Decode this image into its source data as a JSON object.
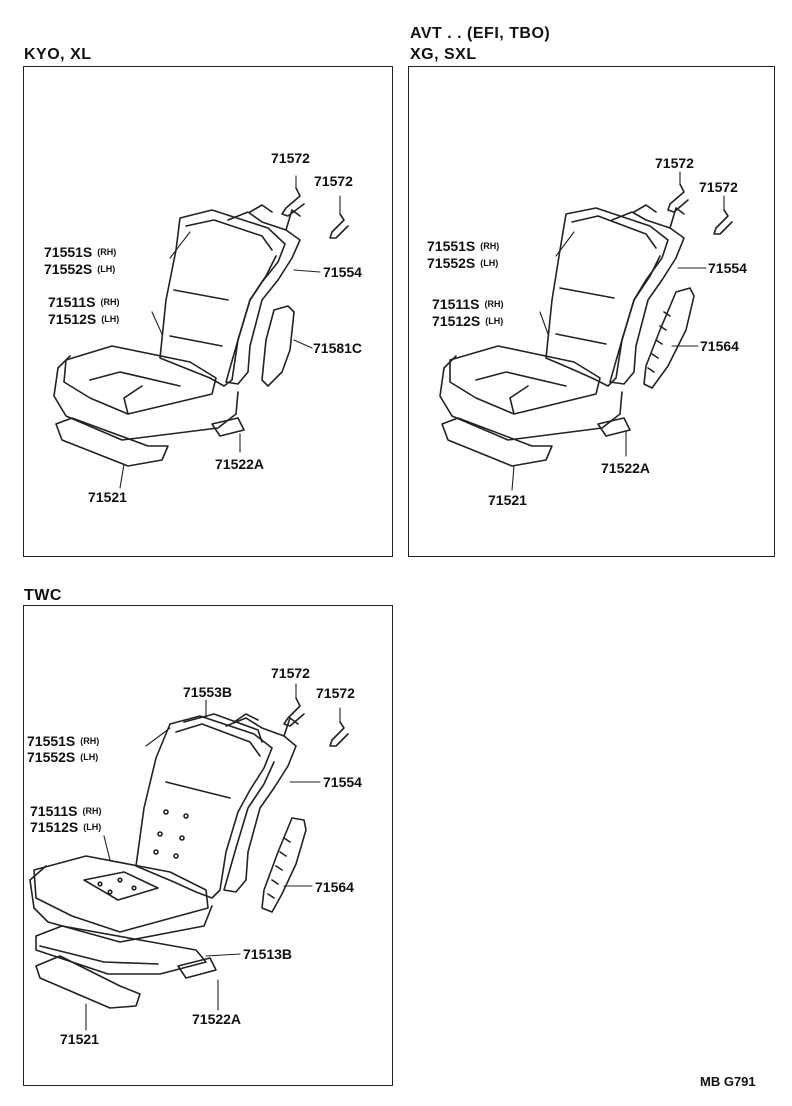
{
  "panels": {
    "p1": {
      "title": "KYO, XL",
      "labels": {
        "clip_a": "71572",
        "clip_b": "71572",
        "back_rh": "71551S",
        "back_rh_side": "(RH)",
        "back_lh": "71552S",
        "back_lh_side": "(LH)",
        "pad_back": "71554",
        "cush_rh": "71511S",
        "cush_rh_side": "(RH)",
        "cush_lh": "71512S",
        "cush_lh_side": "(LH)",
        "side_pad": "71581C",
        "frame": "71522A",
        "base": "71521"
      }
    },
    "p2": {
      "title_line1": "AVT . . (EFI, TBO)",
      "title_line2": "XG, SXL",
      "labels": {
        "clip_a": "71572",
        "clip_b": "71572",
        "back_rh": "71551S",
        "back_rh_side": "(RH)",
        "back_lh": "71552S",
        "back_lh_side": "(LH)",
        "pad_back": "71554",
        "cush_rh": "71511S",
        "cush_rh_side": "(RH)",
        "cush_lh": "71512S",
        "cush_lh_side": "(LH)",
        "lumbar": "71564",
        "frame": "71522A",
        "base": "71521"
      }
    },
    "p3": {
      "title": "TWC",
      "labels": {
        "clip_a": "71572",
        "clip_b": "71572",
        "top_pad": "71553B",
        "back_rh": "71551S",
        "back_rh_side": "(RH)",
        "back_lh": "71552S",
        "back_lh_side": "(LH)",
        "pad_back": "71554",
        "cush_rh": "71511S",
        "cush_rh_side": "(RH)",
        "cush_lh": "71512S",
        "cush_lh_side": "(LH)",
        "lumbar": "71564",
        "cush_pad": "71513B",
        "frame": "71522A",
        "base": "71521"
      }
    }
  },
  "footer": "MB  G791"
}
